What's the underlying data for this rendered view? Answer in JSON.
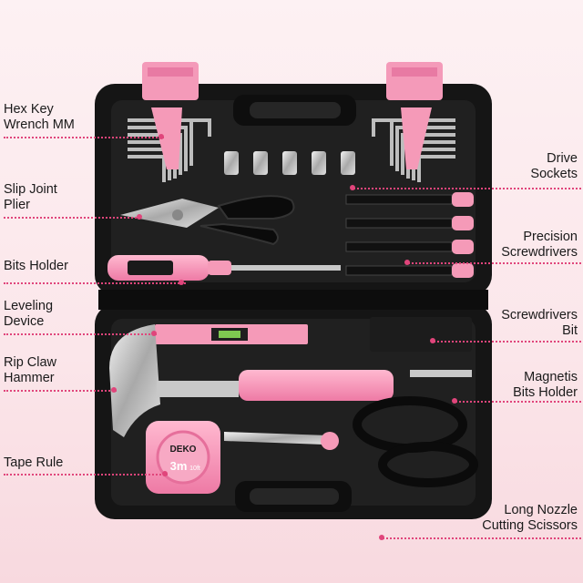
{
  "brand": "DEKO",
  "tape_size": "3m",
  "tape_units": "10ft",
  "colors": {
    "case": "#151515",
    "pink": "#f59ab8",
    "pink_dark": "#e05a8c",
    "leader": "#e0457b"
  },
  "labels": {
    "hex_key": "Hex Key\nWrench MM",
    "slip_joint": "Slip Joint\nPlier",
    "bits_holder": "Bits Holder",
    "leveling": "Leveling\nDevice",
    "rip_claw": "Rip Claw\nHammer",
    "tape_rule": "Tape Rule",
    "drive_sockets": "Drive\nSockets",
    "precision": "Precision\nScrewdrivers",
    "screwdrivers_bit": "Screwdrivers\nBit",
    "magnetis": "Magnetis\nBits Holder",
    "scissors": "Long Nozzle\nCutting Scissors"
  }
}
